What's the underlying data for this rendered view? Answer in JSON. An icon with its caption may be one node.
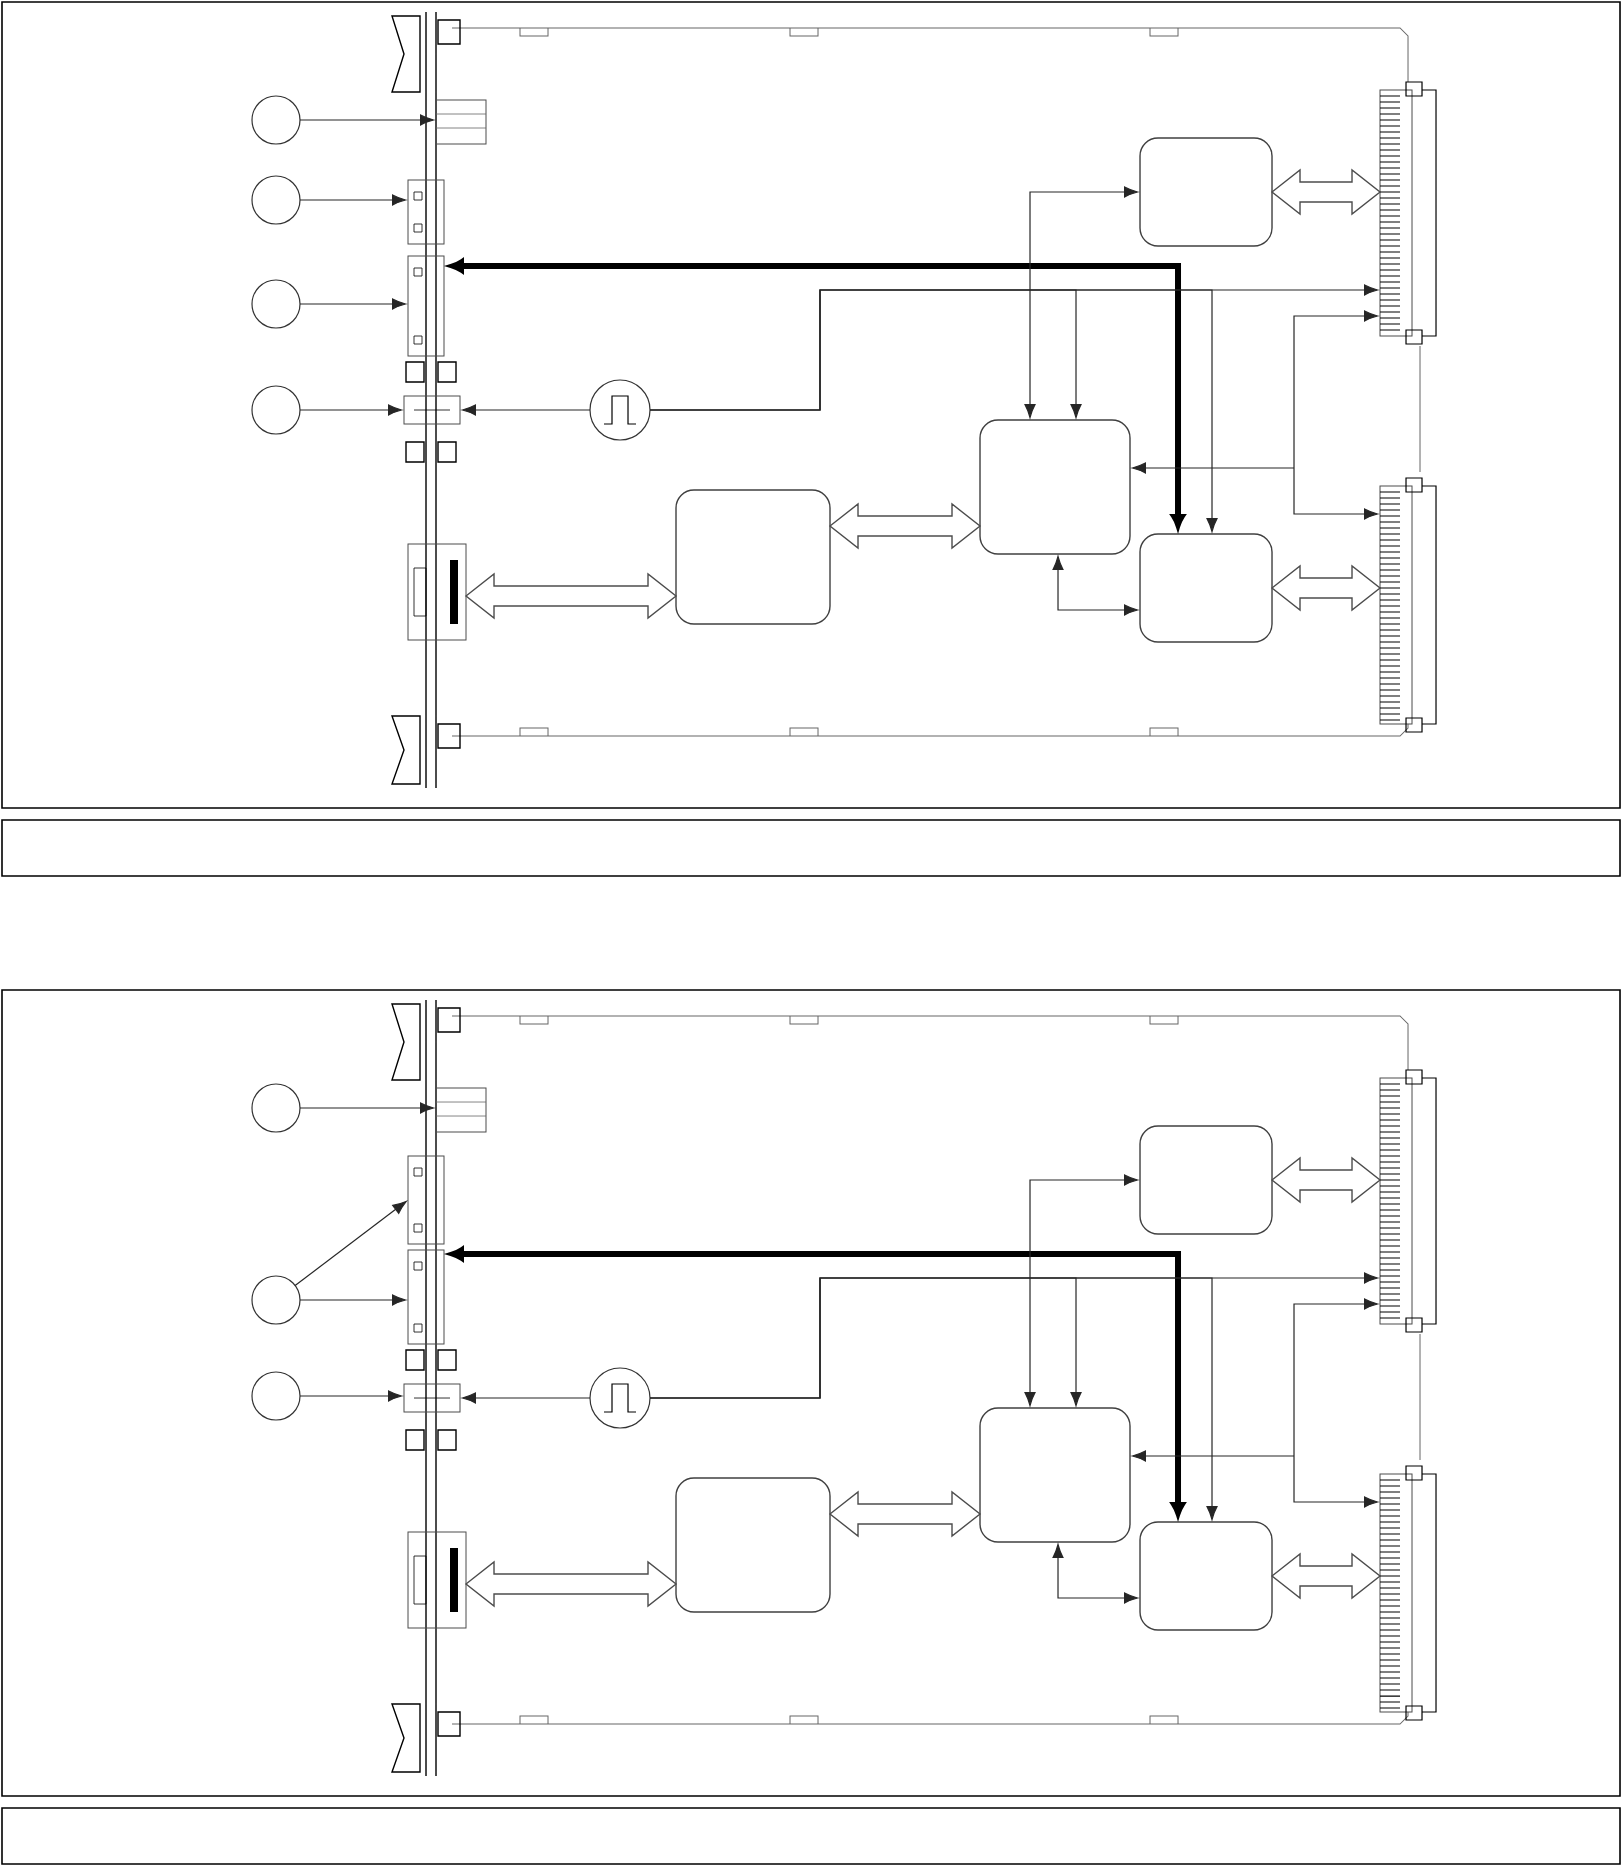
{
  "diagram": {
    "nodes": [
      {
        "text": [],
        "shape": "circle"
      },
      {
        "text": [],
        "shape": "circle"
      },
      {
        "text": [],
        "shape": "circle"
      },
      {
        "text": [],
        "shape": "circle"
      },
      {
        "text": [],
        "shape": "connector"
      },
      {
        "text": [],
        "shape": "connector"
      },
      {
        "text": [],
        "shape": "connector"
      },
      {
        "text": [],
        "shape": "connector"
      },
      {
        "text": [],
        "shape": "connector"
      },
      {
        "text": [],
        "shape": "circle"
      },
      {
        "text": [],
        "shape": "box"
      },
      {
        "text": [],
        "shape": "box"
      },
      {
        "text": [],
        "shape": "box"
      },
      {
        "text": [],
        "shape": "box"
      },
      {
        "text": [],
        "shape": "connector"
      },
      {
        "text": [],
        "shape": "connector"
      },
      {
        "text": [],
        "shape": "circle"
      },
      {
        "text": [],
        "shape": "circle"
      },
      {
        "text": [],
        "shape": "circle"
      },
      {
        "text": [],
        "shape": "connector"
      },
      {
        "text": [],
        "shape": "connector"
      },
      {
        "text": [],
        "shape": "connector"
      },
      {
        "text": [],
        "shape": "connector"
      },
      {
        "text": [],
        "shape": "connector"
      },
      {
        "text": [],
        "shape": "circle"
      },
      {
        "text": [],
        "shape": "box"
      },
      {
        "text": [],
        "shape": "box"
      },
      {
        "text": [],
        "shape": "box"
      },
      {
        "text": [],
        "shape": "box"
      },
      {
        "text": [],
        "shape": "connector"
      },
      {
        "text": [],
        "shape": "connector"
      }
    ],
    "edges": [
      {
        "from": 0,
        "to": 4,
        "arrow": "to"
      },
      {
        "from": 1,
        "to": 5,
        "arrow": "to"
      },
      {
        "from": 2,
        "to": 6,
        "arrow": "to"
      },
      {
        "from": 3,
        "to": 7,
        "arrow": "to"
      },
      {
        "from": 13,
        "to": 6,
        "arrow": "both",
        "style": "thick",
        "color": "#000000"
      },
      {
        "from": 9,
        "to": 7,
        "arrow": "to"
      },
      {
        "from": 9,
        "to": 14,
        "arrow": "to"
      },
      {
        "from": 9,
        "to": 11,
        "arrow": "to"
      },
      {
        "from": 9,
        "to": 13,
        "arrow": "to"
      },
      {
        "from": 12,
        "to": 11,
        "arrow": "both"
      },
      {
        "from": 11,
        "to": 14,
        "arrow": "both"
      },
      {
        "from": 11,
        "to": 15,
        "arrow": "both"
      },
      {
        "from": 11,
        "to": 13,
        "arrow": "both"
      },
      {
        "from": 10,
        "to": 11,
        "arrow": "both",
        "style": "thick"
      },
      {
        "from": 12,
        "to": 14,
        "arrow": "both",
        "style": "thick"
      },
      {
        "from": 13,
        "to": 15,
        "arrow": "both",
        "style": "thick"
      },
      {
        "from": 8,
        "to": 10,
        "arrow": "both",
        "style": "thick"
      },
      {
        "from": 16,
        "to": 19,
        "arrow": "to"
      },
      {
        "from": 17,
        "to": 20,
        "arrow": "to"
      },
      {
        "from": 17,
        "to": 21,
        "arrow": "to"
      },
      {
        "from": 18,
        "to": 22,
        "arrow": "to"
      },
      {
        "from": 28,
        "to": 21,
        "arrow": "both",
        "style": "thick",
        "color": "#000000"
      },
      {
        "from": 24,
        "to": 22,
        "arrow": "to"
      },
      {
        "from": 24,
        "to": 29,
        "arrow": "to"
      },
      {
        "from": 24,
        "to": 26,
        "arrow": "to"
      },
      {
        "from": 24,
        "to": 28,
        "arrow": "to"
      },
      {
        "from": 27,
        "to": 26,
        "arrow": "both"
      },
      {
        "from": 26,
        "to": 29,
        "arrow": "both"
      },
      {
        "from": 26,
        "to": 30,
        "arrow": "both"
      },
      {
        "from": 26,
        "to": 28,
        "arrow": "both"
      },
      {
        "from": 25,
        "to": 26,
        "arrow": "both",
        "style": "thick"
      },
      {
        "from": 27,
        "to": 29,
        "arrow": "both",
        "style": "thick"
      },
      {
        "from": 28,
        "to": 30,
        "arrow": "both",
        "style": "thick"
      },
      {
        "from": 23,
        "to": 25,
        "arrow": "both",
        "style": "thick"
      }
    ]
  }
}
